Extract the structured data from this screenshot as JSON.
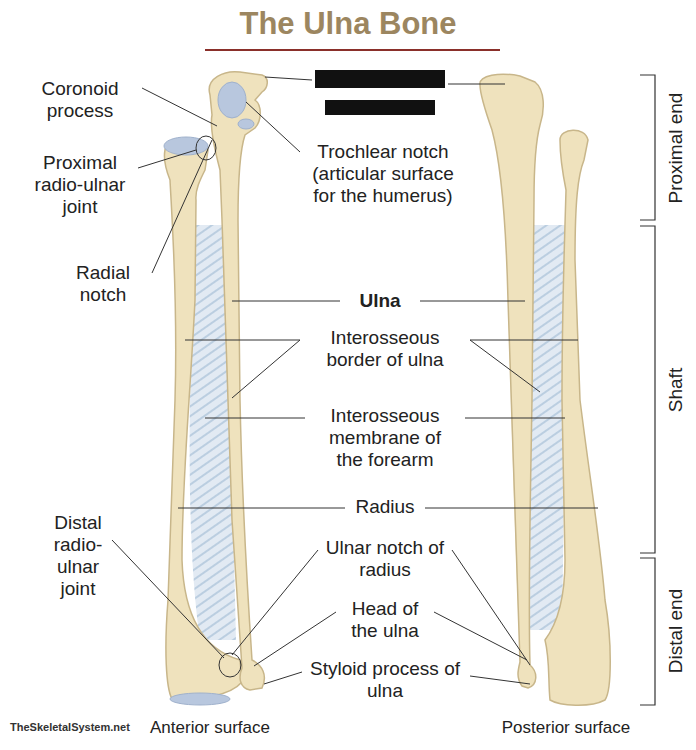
{
  "diagram": {
    "title": "The Ulna Bone",
    "labels": [
      "Coronoid process",
      "Proximal radio-ulnar joint",
      "Radial notch",
      "Trochlear notch (articular surface for the humerus)",
      "Ulna",
      "Interosseous border of ulna",
      "Interosseous membrane of the forearm",
      "Radius",
      "Distal radio-ulnar joint",
      "Ulnar notch of radius",
      "Head of the ulna",
      "Styloid process of ulna",
      "Proximal end",
      "Shaft",
      "Distal end",
      "Anterior surface",
      "Posterior surface",
      "TheSkeletalSystem.net"
    ]
  }
}
